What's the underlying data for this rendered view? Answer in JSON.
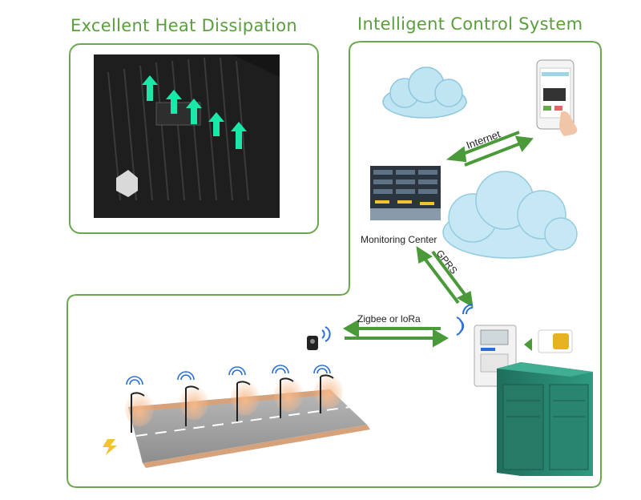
{
  "titles": {
    "heat": "Excellent Heat Dissipation",
    "control": "Intelligent Control System"
  },
  "labels": {
    "internet": "Internet",
    "monitoring": "Monitoring Center",
    "gprs": "GPRS",
    "zigbee": "Zigbee or loRa"
  },
  "colors": {
    "accent": "#5a9e3e",
    "border": "#6aa84f",
    "heat_arrow": "#19e8a8",
    "cloud": "#a9dcef",
    "cabinet": "#2d8a74"
  },
  "icons": [
    "up-arrow-icon",
    "cloud-icon",
    "smartphone-icon",
    "server-rack-icon",
    "wifi-icon",
    "camera-icon",
    "sim-card-icon",
    "controller-icon",
    "street-lamp-icon",
    "transformer-cabinet-icon",
    "lightning-icon"
  ]
}
